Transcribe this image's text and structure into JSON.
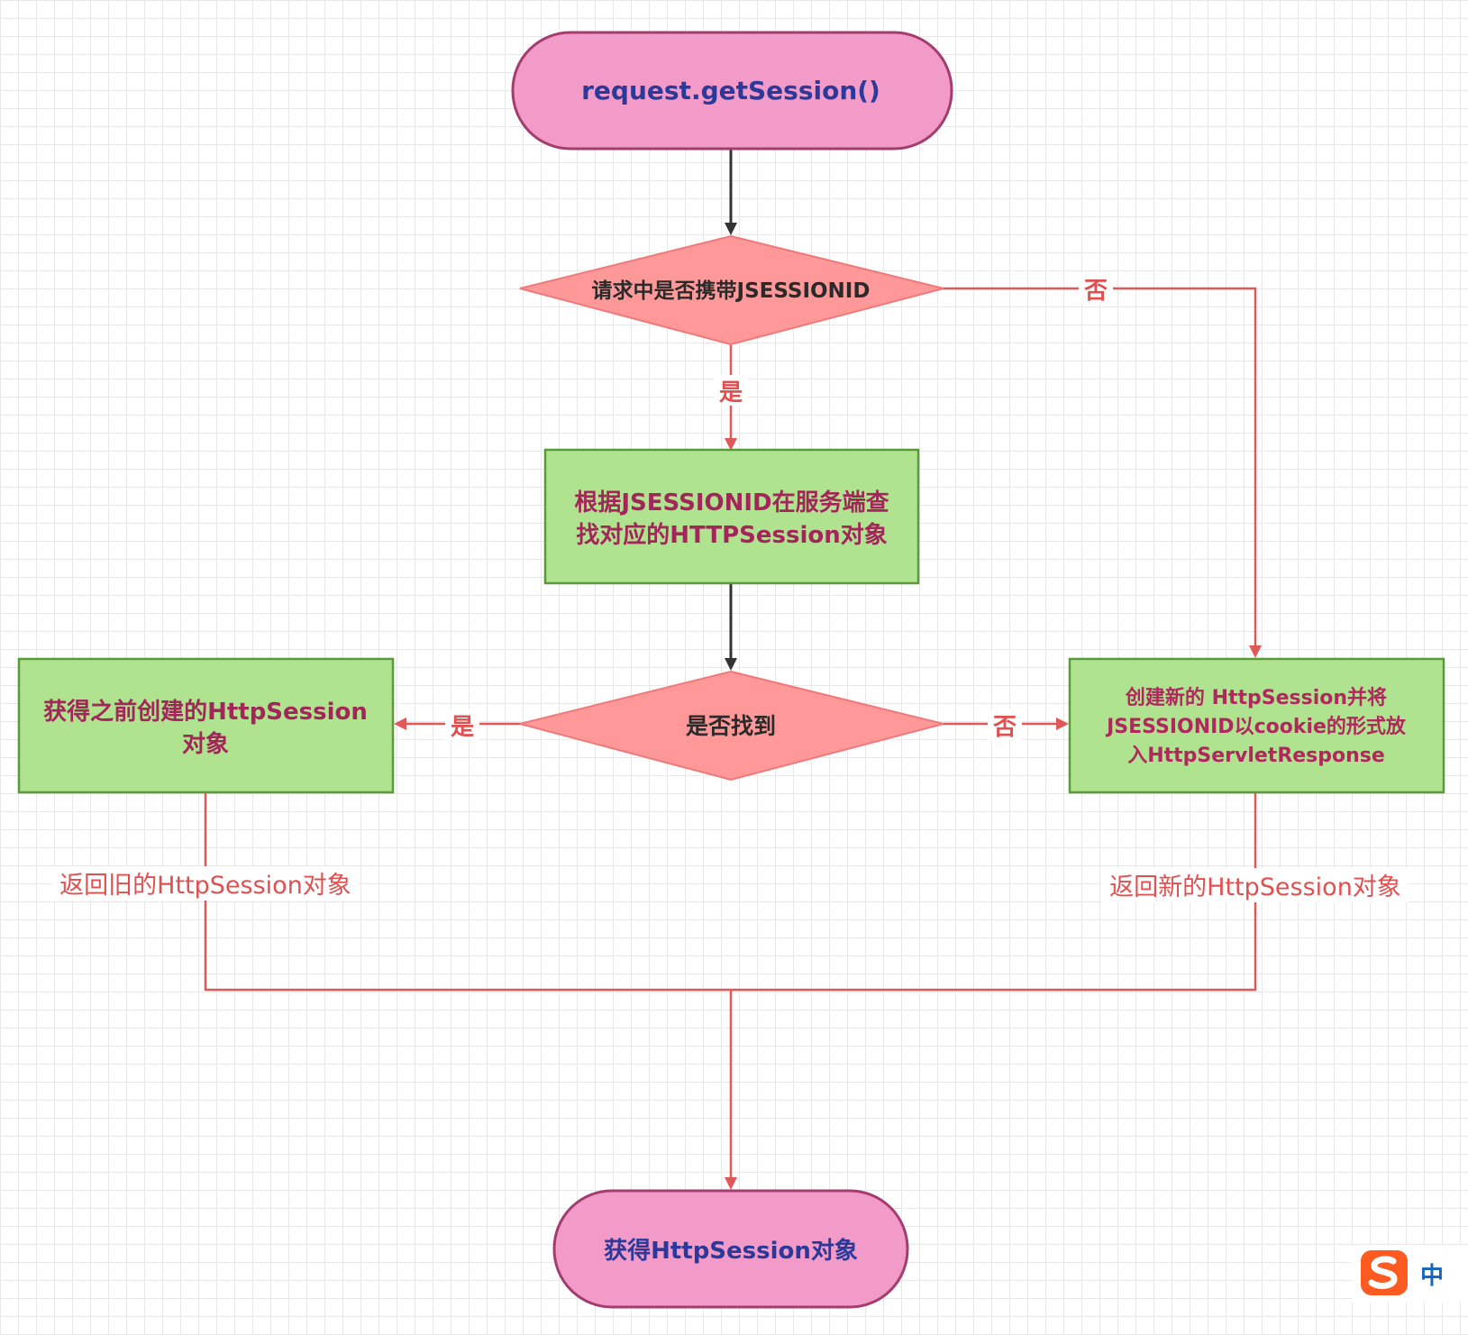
{
  "nodes": {
    "start": "request.getSession()",
    "decision_has_id": "请求中是否携带JSESSIONID",
    "lookup_session": [
      "根据JSESSIONID在服务端查",
      "找对应的HTTPSession对象"
    ],
    "decision_found": "是否找到",
    "get_old_session": [
      "获得之前创建的HttpSession",
      "对象"
    ],
    "create_session": [
      "创建新的 HttpSession并将",
      "JSESSIONID以cookie的形式放",
      "入HttpServletResponse"
    ],
    "end": "获得HttpSession对象"
  },
  "edges": {
    "yes_has_id": "是",
    "no_has_id": "否",
    "yes_found": "是",
    "no_found": "否",
    "return_old": "返回旧的HttpSession对象",
    "return_new": "返回新的HttpSession对象"
  },
  "ime": {
    "mode": "中",
    "logo": "sogou-ime-icon"
  },
  "colors": {
    "terminal_fill": "#f29ac8",
    "terminal_stroke": "#a33d6e",
    "terminal_text": "#2b3a9a",
    "decision_fill": "#ff9999",
    "decision_text": "#2a2a2a",
    "process_fill": "#b0e38f",
    "process_stroke": "#5a9a3a",
    "process_text": "#a3265a",
    "create_text": "#b0285d",
    "arrow_black": "#333333",
    "arrow_red": "#e05858",
    "label_red": "#e05050"
  }
}
